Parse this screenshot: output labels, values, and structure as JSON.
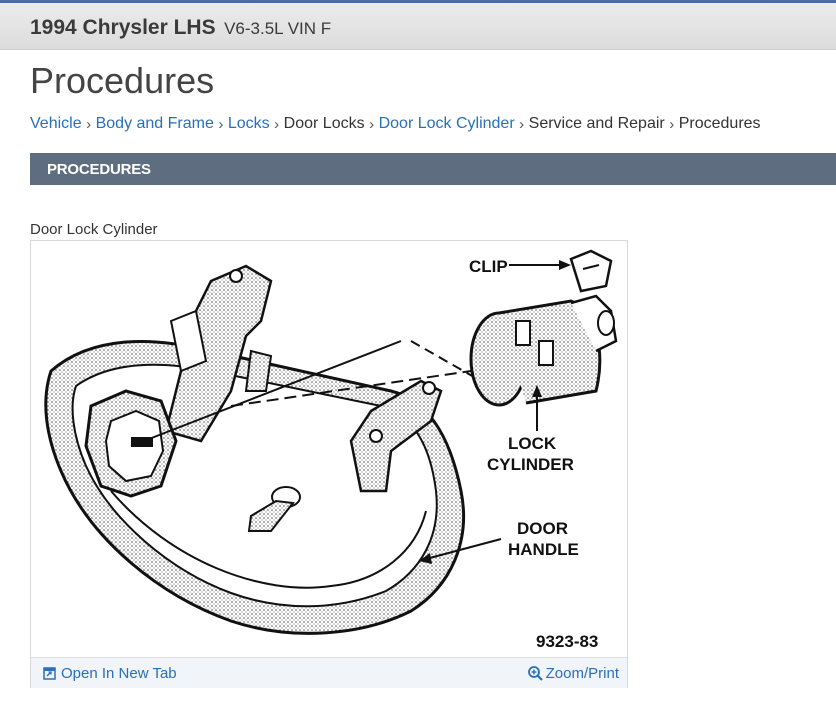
{
  "vehicle": {
    "title": "1994 Chrysler LHS",
    "engine": "V6-3.5L VIN F"
  },
  "page": {
    "title": "Procedures"
  },
  "breadcrumb": [
    {
      "label": "Vehicle",
      "link": true
    },
    {
      "label": "Body and Frame",
      "link": true
    },
    {
      "label": "Locks",
      "link": true
    },
    {
      "label": "Door Locks",
      "link": false
    },
    {
      "label": "Door Lock Cylinder",
      "link": true
    },
    {
      "label": "Service and Repair",
      "link": false
    },
    {
      "label": "Procedures",
      "link": false
    }
  ],
  "section": {
    "header": "PROCEDURES"
  },
  "figure": {
    "caption": "Door Lock Cylinder",
    "labels": {
      "clip": "CLIP",
      "lock": "LOCK",
      "cylinder": "CYLINDER",
      "door": "DOOR",
      "handle": "HANDLE",
      "code": "9323-83"
    },
    "open_tab": "Open In New Tab",
    "zoom_print": "Zoom/Print"
  },
  "colors": {
    "link": "#2a6fb7",
    "section_bar": "#5e6e80",
    "footer_bg": "#f1f4f8"
  },
  "icons": {
    "open_tab": "external-window-icon",
    "zoom": "magnifier-plus-icon",
    "separator": "chevron-right-icon"
  }
}
